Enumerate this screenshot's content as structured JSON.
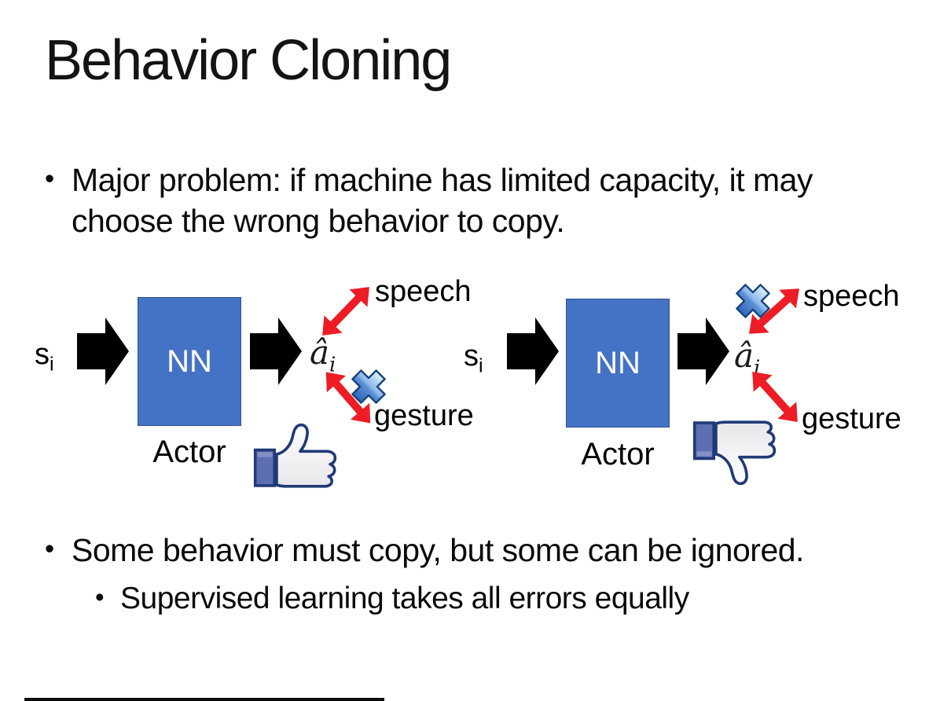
{
  "slide": {
    "title": "Behavior Cloning",
    "bullets": {
      "main1": "Major problem: if machine has limited capacity, it may choose the wrong behavior to copy.",
      "main2": "Some behavior must copy, but some can be ignored.",
      "sub1": "Supervised learning takes all errors equally"
    },
    "diagrams": [
      {
        "side": "left",
        "input_label": "s",
        "input_sub": "i",
        "box_label": "NN",
        "actor_label": "Actor",
        "output_label": "â",
        "output_sub": "i",
        "speech_label": "speech",
        "gesture_label": "gesture",
        "crossed_out": "gesture",
        "feedback_icon": "thumbs-up"
      },
      {
        "side": "right",
        "input_label": "s",
        "input_sub": "i",
        "box_label": "NN",
        "actor_label": "Actor",
        "output_label": "â",
        "output_sub": "i",
        "speech_label": "speech",
        "gesture_label": "gesture",
        "crossed_out": "speech",
        "feedback_icon": "thumbs-down"
      }
    ],
    "colors": {
      "nn_box_fill": "#4472C4",
      "nn_box_border": "#31538F",
      "flow_arrow": "#000000",
      "relation_arrow": "#EE1C25",
      "cross_blue_light": "#DDEFFD",
      "cross_blue_dark": "#2F66B8",
      "thumb_outline": "#1F3A76",
      "thumb_cuff": "#5D6FB2",
      "text": "#111111"
    }
  }
}
